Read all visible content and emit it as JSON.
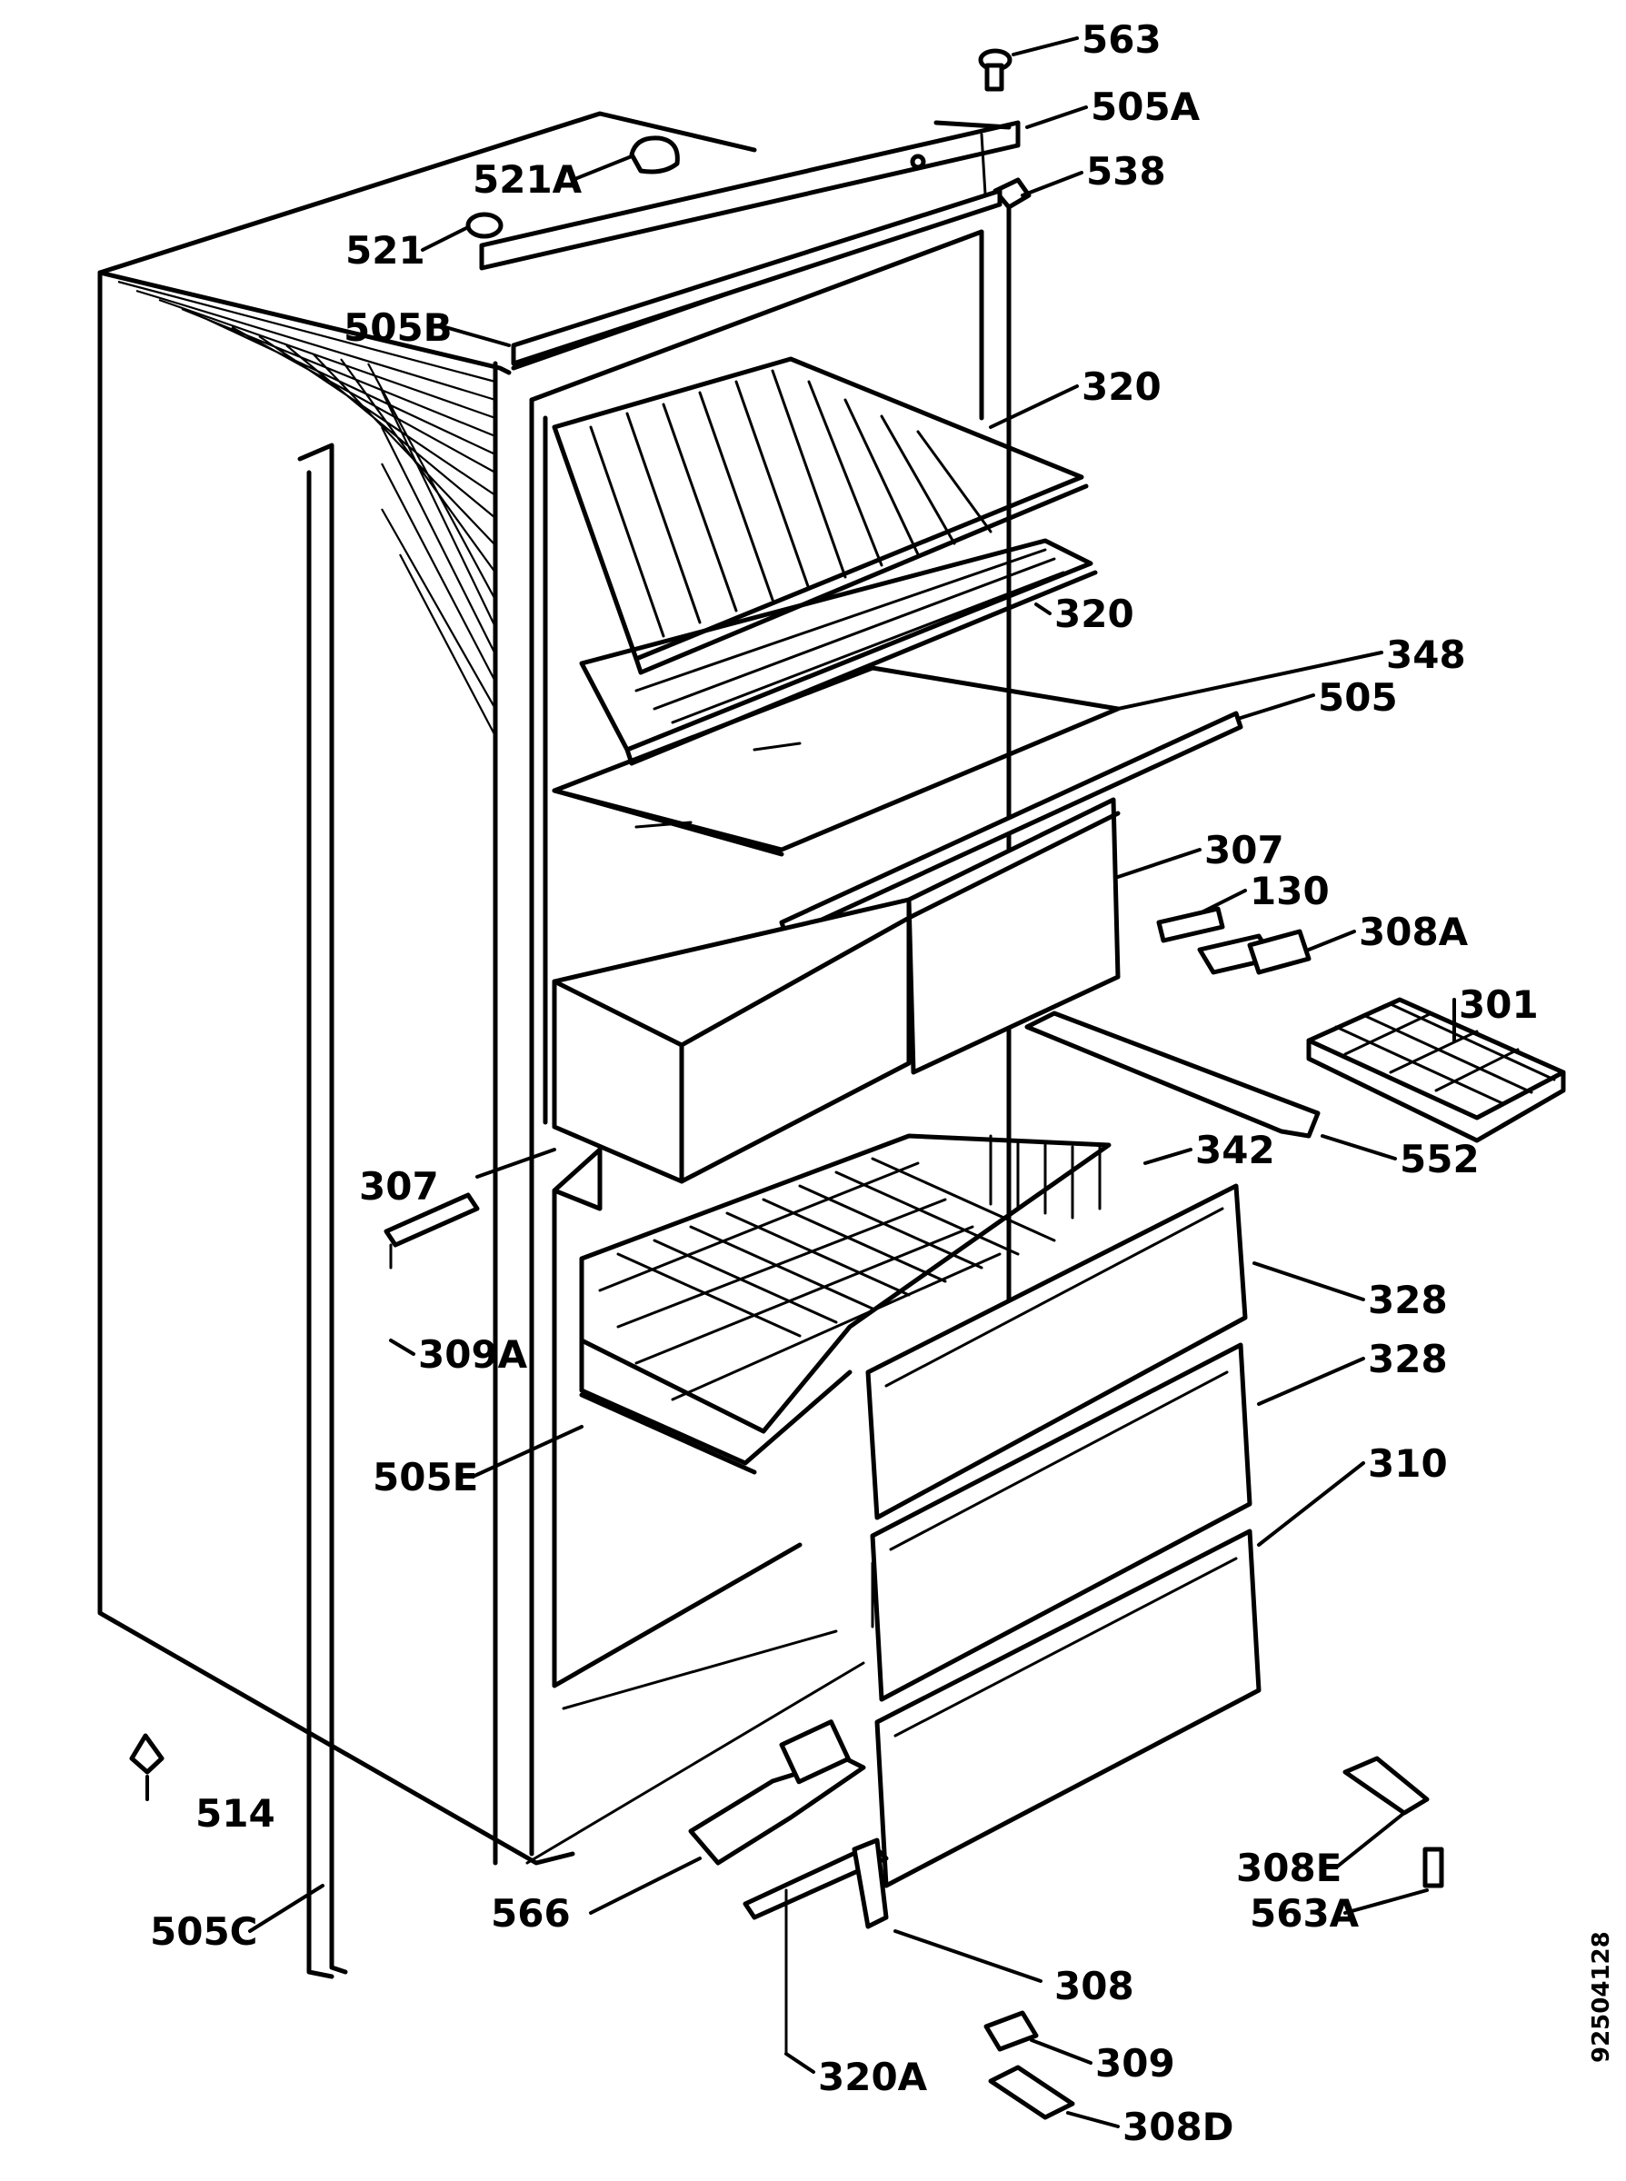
{
  "callouts": [
    {
      "id": "563",
      "text": "563"
    },
    {
      "id": "505A",
      "text": "505A"
    },
    {
      "id": "538",
      "text": "538"
    },
    {
      "id": "521A",
      "text": "521A"
    },
    {
      "id": "521",
      "text": "521"
    },
    {
      "id": "505B",
      "text": "505B"
    },
    {
      "id": "320a",
      "text": "320"
    },
    {
      "id": "320b",
      "text": "320"
    },
    {
      "id": "348",
      "text": "348"
    },
    {
      "id": "505",
      "text": "505"
    },
    {
      "id": "307a",
      "text": "307"
    },
    {
      "id": "130",
      "text": "130"
    },
    {
      "id": "308A",
      "text": "308A"
    },
    {
      "id": "301",
      "text": "301"
    },
    {
      "id": "552",
      "text": "552"
    },
    {
      "id": "342",
      "text": "342"
    },
    {
      "id": "307b",
      "text": "307"
    },
    {
      "id": "309A",
      "text": "309A"
    },
    {
      "id": "328a",
      "text": "328"
    },
    {
      "id": "328b",
      "text": "328"
    },
    {
      "id": "310",
      "text": "310"
    },
    {
      "id": "505E",
      "text": "505E"
    },
    {
      "id": "514",
      "text": "514"
    },
    {
      "id": "308E",
      "text": "308E"
    },
    {
      "id": "563A",
      "text": "563A"
    },
    {
      "id": "566",
      "text": "566"
    },
    {
      "id": "505C",
      "text": "505C"
    },
    {
      "id": "308",
      "text": "308"
    },
    {
      "id": "309",
      "text": "309"
    },
    {
      "id": "320A",
      "text": "320A"
    },
    {
      "id": "308D",
      "text": "308D"
    }
  ],
  "document_number": "92504128"
}
